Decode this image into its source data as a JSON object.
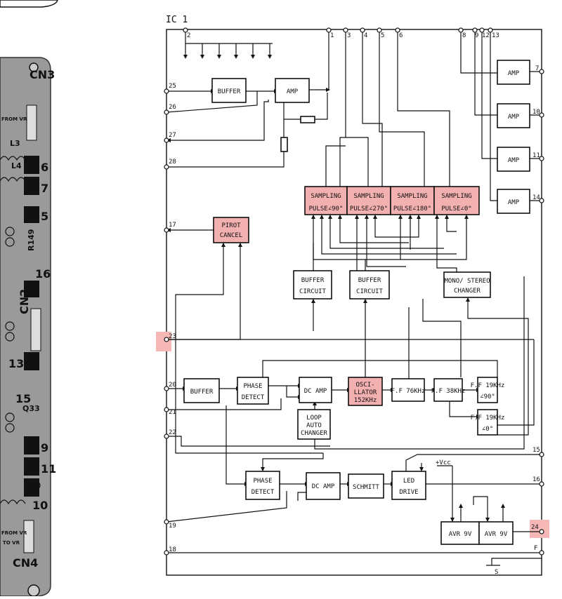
{
  "ic_label": "IC 1",
  "pcb": {
    "labels": [
      {
        "id": "cn3",
        "text": "CN3"
      },
      {
        "id": "l3",
        "text": "L3"
      },
      {
        "id": "l4",
        "text": "L4"
      },
      {
        "id": "r149",
        "text": "R149"
      },
      {
        "id": "cn2",
        "text": "CN2"
      },
      {
        "id": "q33",
        "text": "Q33"
      },
      {
        "id": "cn4",
        "text": "CN4"
      },
      {
        "id": "fromvr_top",
        "text": "FROM VR"
      },
      {
        "id": "fromvr_bot",
        "text": "FROM VR"
      },
      {
        "id": "tovr",
        "text": "TO VR"
      },
      {
        "id": "n6",
        "text": "6"
      },
      {
        "id": "n7",
        "text": "7"
      },
      {
        "id": "n5",
        "text": "5"
      },
      {
        "id": "n16",
        "text": "16"
      },
      {
        "id": "n13",
        "text": "13"
      },
      {
        "id": "n15",
        "text": "15"
      },
      {
        "id": "n9",
        "text": "9"
      },
      {
        "id": "n11",
        "text": "11"
      },
      {
        "id": "n10",
        "text": "10"
      }
    ]
  },
  "blocks": [
    {
      "id": "buffer_top",
      "lines": [
        "BUFFER"
      ]
    },
    {
      "id": "amp_top",
      "lines": [
        "AMP"
      ]
    },
    {
      "id": "amp_7",
      "lines": [
        "AMP"
      ]
    },
    {
      "id": "amp_10",
      "lines": [
        "AMP"
      ]
    },
    {
      "id": "amp_11",
      "lines": [
        "AMP"
      ]
    },
    {
      "id": "amp_14",
      "lines": [
        "AMP"
      ]
    },
    {
      "id": "sp90",
      "lines": [
        "SAMPLING",
        "PULSE∠90°"
      ]
    },
    {
      "id": "sp270",
      "lines": [
        "SAMPLING",
        "PULSE∠270°"
      ]
    },
    {
      "id": "sp180",
      "lines": [
        "SAMPLING",
        "PULSE∠180°"
      ]
    },
    {
      "id": "sp0",
      "lines": [
        "SAMPLING",
        "PULSE∠0°"
      ]
    },
    {
      "id": "pirot",
      "lines": [
        "PIROT",
        "CANCEL"
      ]
    },
    {
      "id": "bufc1",
      "lines": [
        "BUFFER",
        "CIRCUIT"
      ]
    },
    {
      "id": "bufc2",
      "lines": [
        "BUFFER",
        "CIRCUIT"
      ]
    },
    {
      "id": "mono",
      "lines": [
        "MONO/ STEREO",
        "CHANGER"
      ]
    },
    {
      "id": "buffer_mid",
      "lines": [
        "BUFFER"
      ]
    },
    {
      "id": "phase1",
      "lines": [
        "PHASE",
        "DETECT"
      ]
    },
    {
      "id": "dcamp1",
      "lines": [
        "DC AMP"
      ]
    },
    {
      "id": "osc",
      "lines": [
        "OSCI-",
        "LLATOR",
        "152KHz"
      ]
    },
    {
      "id": "ff76",
      "lines": [
        "F.F 76KHz"
      ]
    },
    {
      "id": "ff38",
      "lines": [
        "F.F 38KHz"
      ]
    },
    {
      "id": "ff19a",
      "lines": [
        "F.F 19KHz",
        "∠90°"
      ]
    },
    {
      "id": "ff19b",
      "lines": [
        "F.F 19KHz",
        "∠0°"
      ]
    },
    {
      "id": "loop",
      "lines": [
        "LOOP",
        "AUTO",
        "CHANGER"
      ]
    },
    {
      "id": "phase2",
      "lines": [
        "PHASE",
        "DETECT"
      ]
    },
    {
      "id": "dcamp2",
      "lines": [
        "DC AMP"
      ]
    },
    {
      "id": "schmitt",
      "lines": [
        "SCHMITT"
      ]
    },
    {
      "id": "led",
      "lines": [
        "LED",
        "DRIVE"
      ]
    },
    {
      "id": "avr1",
      "lines": [
        "AVR 9V"
      ]
    },
    {
      "id": "avr2",
      "lines": [
        "AVR 9V"
      ]
    }
  ],
  "pins": [
    {
      "id": "p1",
      "text": "1"
    },
    {
      "id": "p2",
      "text": "2"
    },
    {
      "id": "p3",
      "text": "3"
    },
    {
      "id": "p4",
      "text": "4"
    },
    {
      "id": "p5",
      "text": "5"
    },
    {
      "id": "p6",
      "text": "6"
    },
    {
      "id": "p7",
      "text": "7"
    },
    {
      "id": "p8",
      "text": "8"
    },
    {
      "id": "p9",
      "text": "9"
    },
    {
      "id": "p10",
      "text": "10"
    },
    {
      "id": "p11",
      "text": "11"
    },
    {
      "id": "p12",
      "text": "12"
    },
    {
      "id": "p13",
      "text": "13"
    },
    {
      "id": "p14",
      "text": "14"
    },
    {
      "id": "p15",
      "text": "15"
    },
    {
      "id": "p16",
      "text": "16"
    },
    {
      "id": "p17",
      "text": "17"
    },
    {
      "id": "p18",
      "text": "18"
    },
    {
      "id": "p19",
      "text": "19"
    },
    {
      "id": "p20",
      "text": "20"
    },
    {
      "id": "p21",
      "text": "21"
    },
    {
      "id": "p22",
      "text": "22"
    },
    {
      "id": "p23",
      "text": "23"
    },
    {
      "id": "p24",
      "text": "24"
    },
    {
      "id": "p25",
      "text": "25"
    },
    {
      "id": "p26",
      "text": "26"
    },
    {
      "id": "p27",
      "text": "27"
    },
    {
      "id": "p28",
      "text": "28"
    },
    {
      "id": "pF",
      "text": "F"
    }
  ],
  "misc": {
    "vcc": "+Vcc",
    "ground": "S"
  },
  "colors": {
    "highlight": "#f3b0b0",
    "ink": "#111111"
  }
}
